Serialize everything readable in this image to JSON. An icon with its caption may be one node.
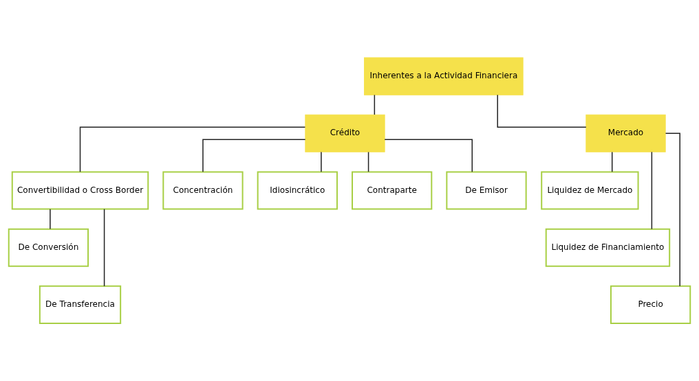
{
  "diagram": {
    "nodes": [
      {
        "text": [
          "Inherentes a la Actividad Financiera"
        ]
      },
      {
        "text": [
          "Crédito"
        ]
      },
      {
        "text": [
          "Mercado"
        ]
      },
      {
        "text": [
          "Convertibilidad o Cross Border"
        ]
      },
      {
        "text": [
          "Concentración"
        ]
      },
      {
        "text": [
          "Idiosincrático"
        ]
      },
      {
        "text": [
          "Contraparte"
        ]
      },
      {
        "text": [
          "De Emisor"
        ]
      },
      {
        "text": [
          "Liquidez de Mercado"
        ]
      },
      {
        "text": [
          "Liquidez de Financiamiento"
        ]
      },
      {
        "text": [
          "Precio"
        ]
      },
      {
        "text": [
          "De Conversión"
        ]
      },
      {
        "text": [
          "De Transferencia"
        ]
      }
    ],
    "edges": [
      {
        "from": 0,
        "to": 1,
        "arrow": "none"
      },
      {
        "from": 0,
        "to": 2,
        "arrow": "none"
      },
      {
        "from": 1,
        "to": 3,
        "arrow": "none"
      },
      {
        "from": 1,
        "to": 4,
        "arrow": "none"
      },
      {
        "from": 1,
        "to": 5,
        "arrow": "none"
      },
      {
        "from": 1,
        "to": 6,
        "arrow": "none"
      },
      {
        "from": 1,
        "to": 7,
        "arrow": "none"
      },
      {
        "from": 2,
        "to": 8,
        "arrow": "none"
      },
      {
        "from": 2,
        "to": 9,
        "arrow": "none"
      },
      {
        "from": 2,
        "to": 10,
        "arrow": "none"
      },
      {
        "from": 3,
        "to": 11,
        "arrow": "none"
      },
      {
        "from": 3,
        "to": 12,
        "arrow": "none"
      }
    ]
  }
}
